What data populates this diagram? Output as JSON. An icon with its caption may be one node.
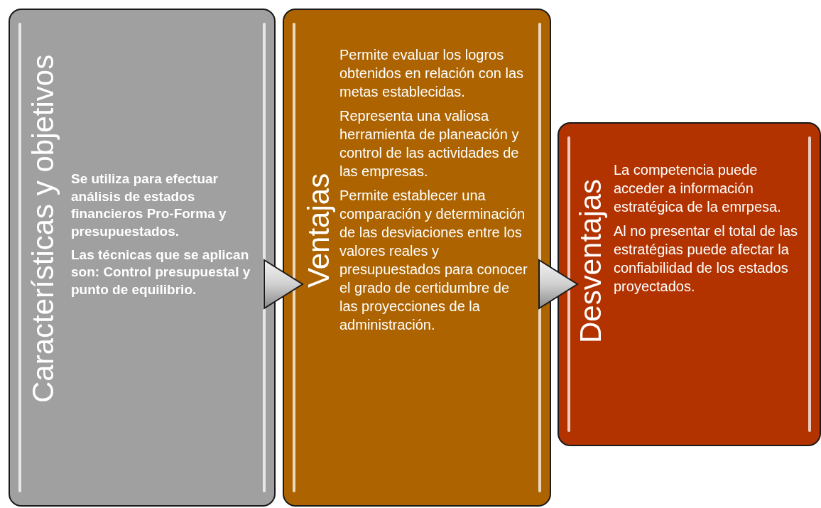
{
  "diagram": {
    "nodes": [
      {
        "text": [
          "Características y objetivos",
          "Se utiliza para efectuar análisis de estados financieros Pro-Forma y presupuestados.",
          "Las técnicas que se aplican son: Control presupuestal y punto de equilibrio."
        ]
      },
      {
        "text": [
          "Ventajas",
          "Permite evaluar los logros obtenidos en relación con las metas establecidas.",
          "Representa una valiosa herramienta de planeación y control de las actividades de las empresas.",
          "Permite establecer una comparación y determinación de las desviaciones entre los valores reales y presupuestados para conocer el grado de certidumbre de las proyecciones de la administración."
        ]
      },
      {
        "text": [
          "Desventajas",
          "La competencia puede acceder a información estratégica de la emrpesa.",
          "Al no presentar el total de las estratégias puede afectar la confiabilidad de los estados proyectados."
        ]
      }
    ],
    "edges": [
      {
        "from": 0,
        "to": 1,
        "arrow": "to"
      },
      {
        "from": 1,
        "to": 2,
        "arrow": "to"
      }
    ]
  }
}
